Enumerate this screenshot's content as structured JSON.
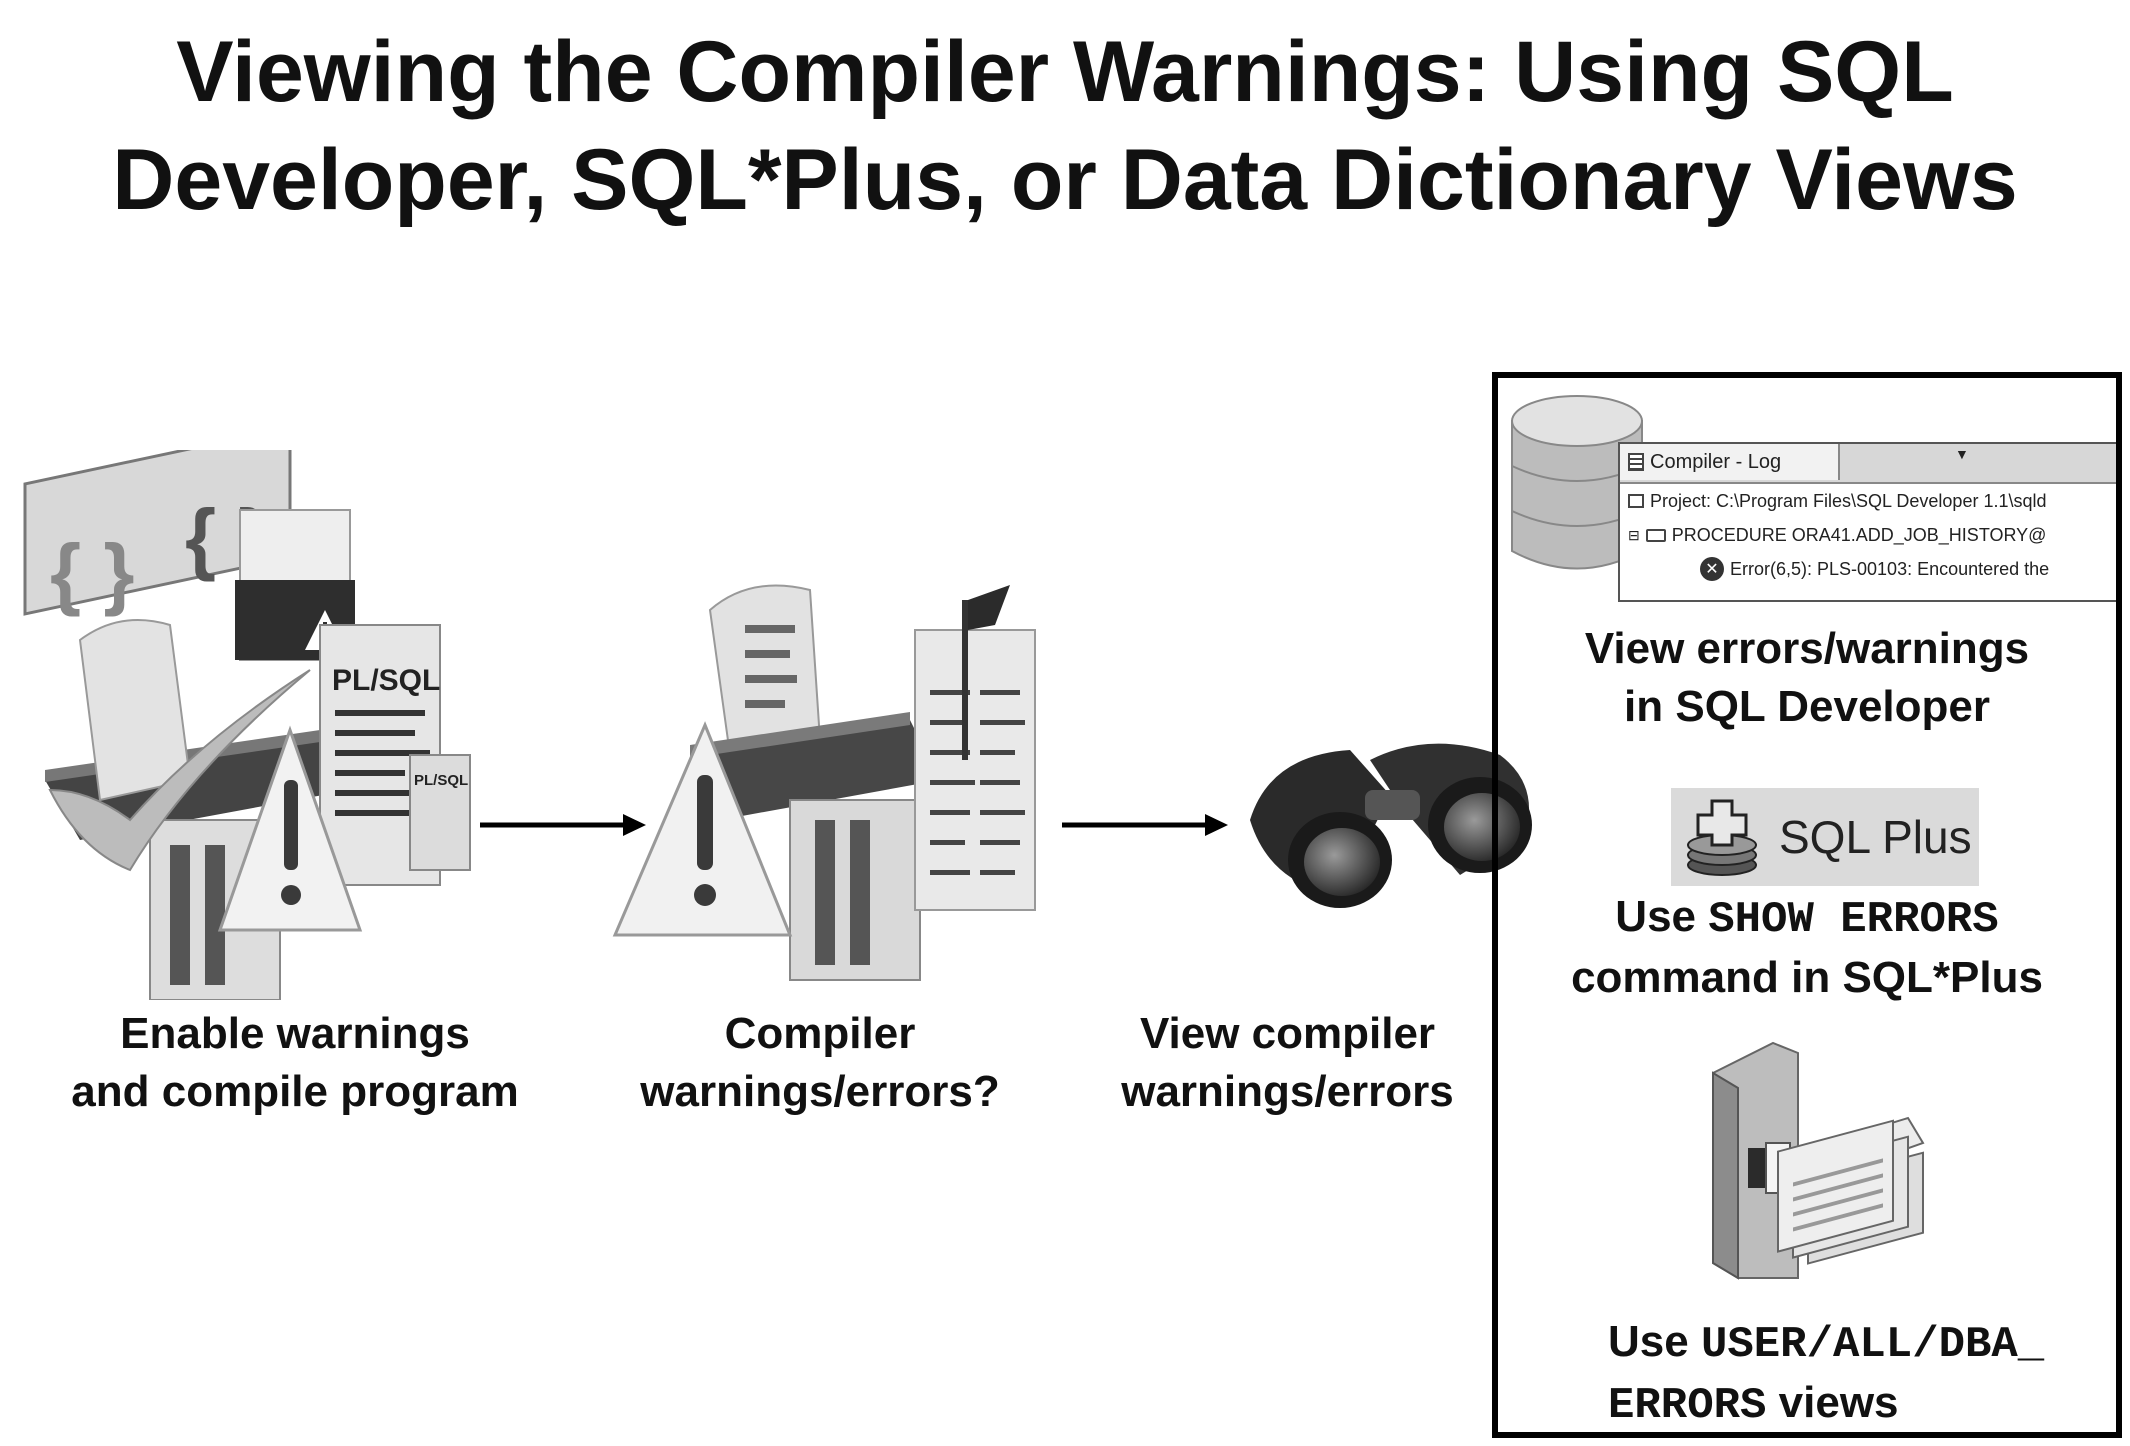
{
  "title": {
    "line1": "Viewing the Compiler Warnings: Using SQL",
    "line2": "Developer, SQL*Plus, or Data Dictionary Views"
  },
  "steps": [
    {
      "line1": "Enable warnings",
      "line2": "and compile program",
      "icon": "pl-sql-program-icon"
    },
    {
      "line1": "Compiler",
      "line2": "warnings/errors?",
      "icon": "warning-printout-icon"
    },
    {
      "line1": "View compiler",
      "line2": "warnings/errors",
      "icon": "binoculars-icon"
    }
  ],
  "panel": {
    "compiler_log": {
      "tab": "Compiler - Log",
      "row1": "Project: C:\\Program Files\\SQL Developer 1.1\\sqld",
      "row2": "PROCEDURE ORA41.ADD_JOB_HISTORY@",
      "row3": "Error(6,5): PLS-00103: Encountered the"
    },
    "sqldev": {
      "line1": "View errors/warnings",
      "line2_prefix": "in ",
      "line2_bold": "SQL Developer"
    },
    "sqlplus_button": "SQL Plus",
    "sqlplus": {
      "line1_prefix": "Use ",
      "line1_code": "SHOW ERRORS",
      "line2_prefix": "command in ",
      "line2_bold": "SQL*Plus"
    },
    "views": {
      "line1_prefix": "Use ",
      "line1_code": "USER/ALL/DBA_",
      "line2_code": "ERRORS",
      "line2_suffix": " views"
    }
  },
  "colors": {
    "accent": "#000000",
    "icon_gray": "#8a8a8a",
    "dark": "#2b2b2b"
  }
}
